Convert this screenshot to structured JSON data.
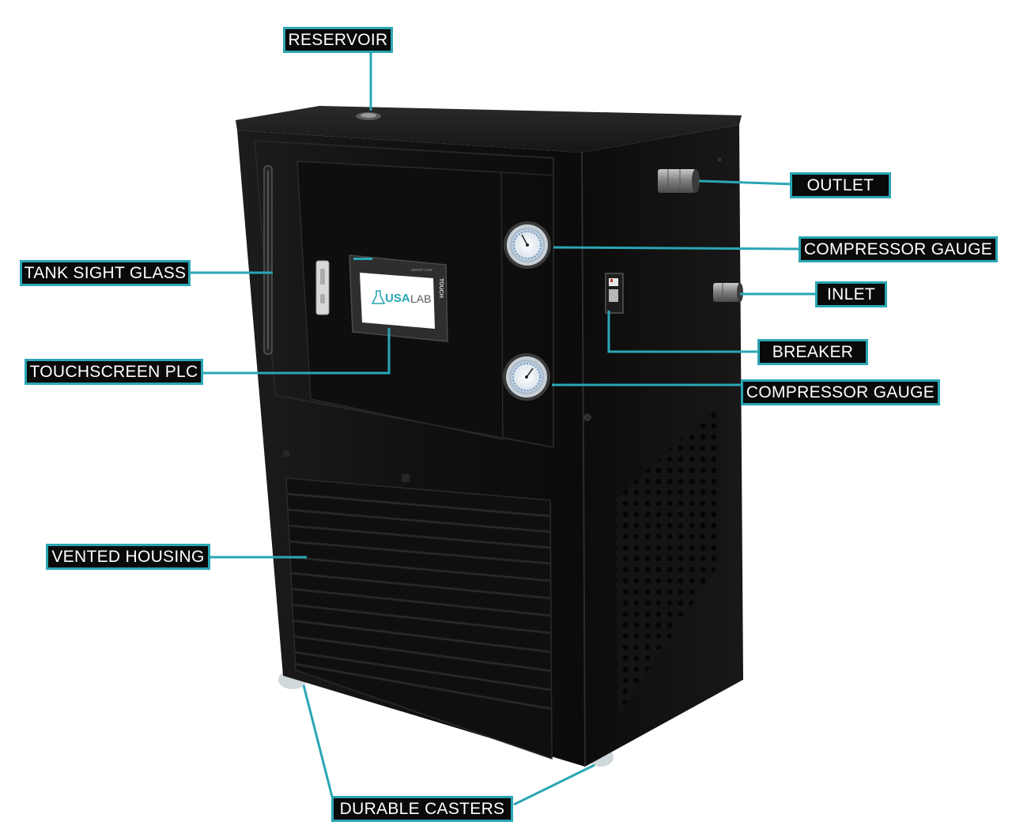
{
  "colors": {
    "accent": "#2aa6b4",
    "label_bg": "#0a0a0a",
    "label_text": "#ffffff",
    "housing": "#111111"
  },
  "callouts": {
    "reservoir": "RESERVOIR",
    "outlet": "OUTLET",
    "compressor_gauge_top": "COMPRESSOR GAUGE",
    "tank_sight_glass": "TANK SIGHT GLASS",
    "inlet": "INLET",
    "breaker": "BREAKER",
    "touchscreen_plc": "TOUCHSCREEN PLC",
    "compressor_gauge_bottom": "COMPRESSOR GAUGE",
    "vented_housing": "VENTED HOUSING",
    "durable_casters": "DURABLE CASTERS"
  },
  "screen": {
    "brand_left": "USA",
    "brand_right": "LAB",
    "header_text": "SMART LINE",
    "side_text": "TOUCH"
  }
}
